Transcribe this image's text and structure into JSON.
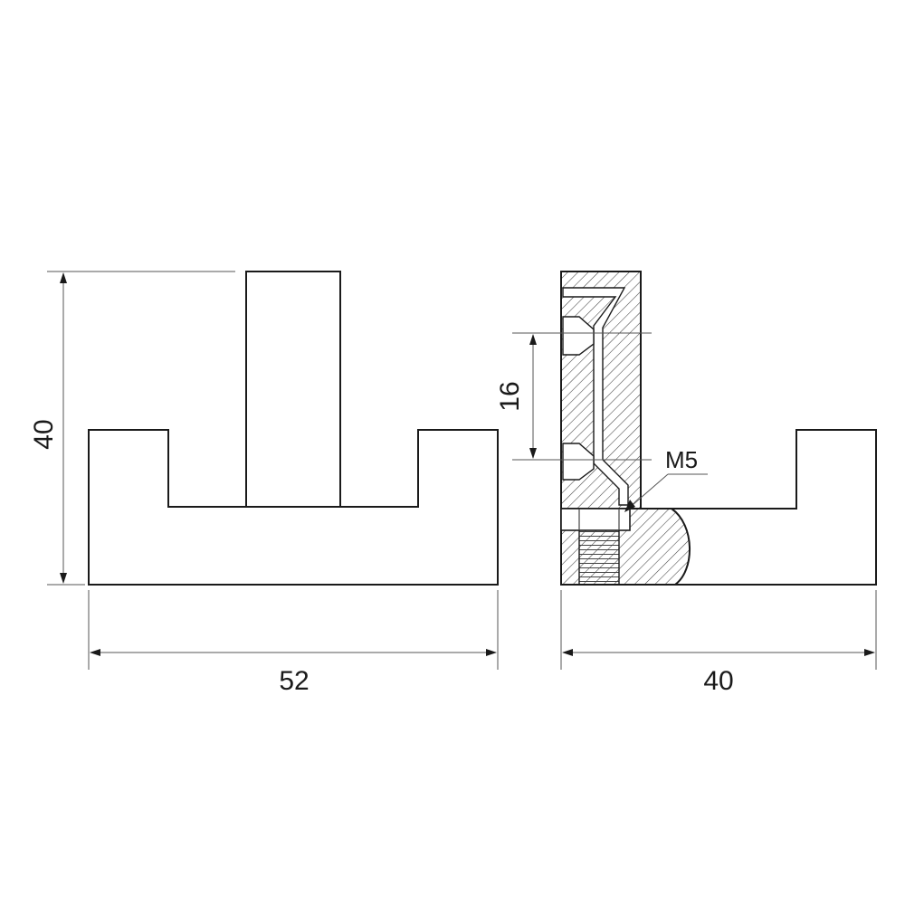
{
  "front_view": {
    "width_label": "52",
    "height_label": "40"
  },
  "side_view": {
    "width_label": "40",
    "spacing_label": "16",
    "thread_label": "M5"
  },
  "colors": {
    "line": "#1a1a1a",
    "dimension": "#555555",
    "background": "#ffffff"
  }
}
